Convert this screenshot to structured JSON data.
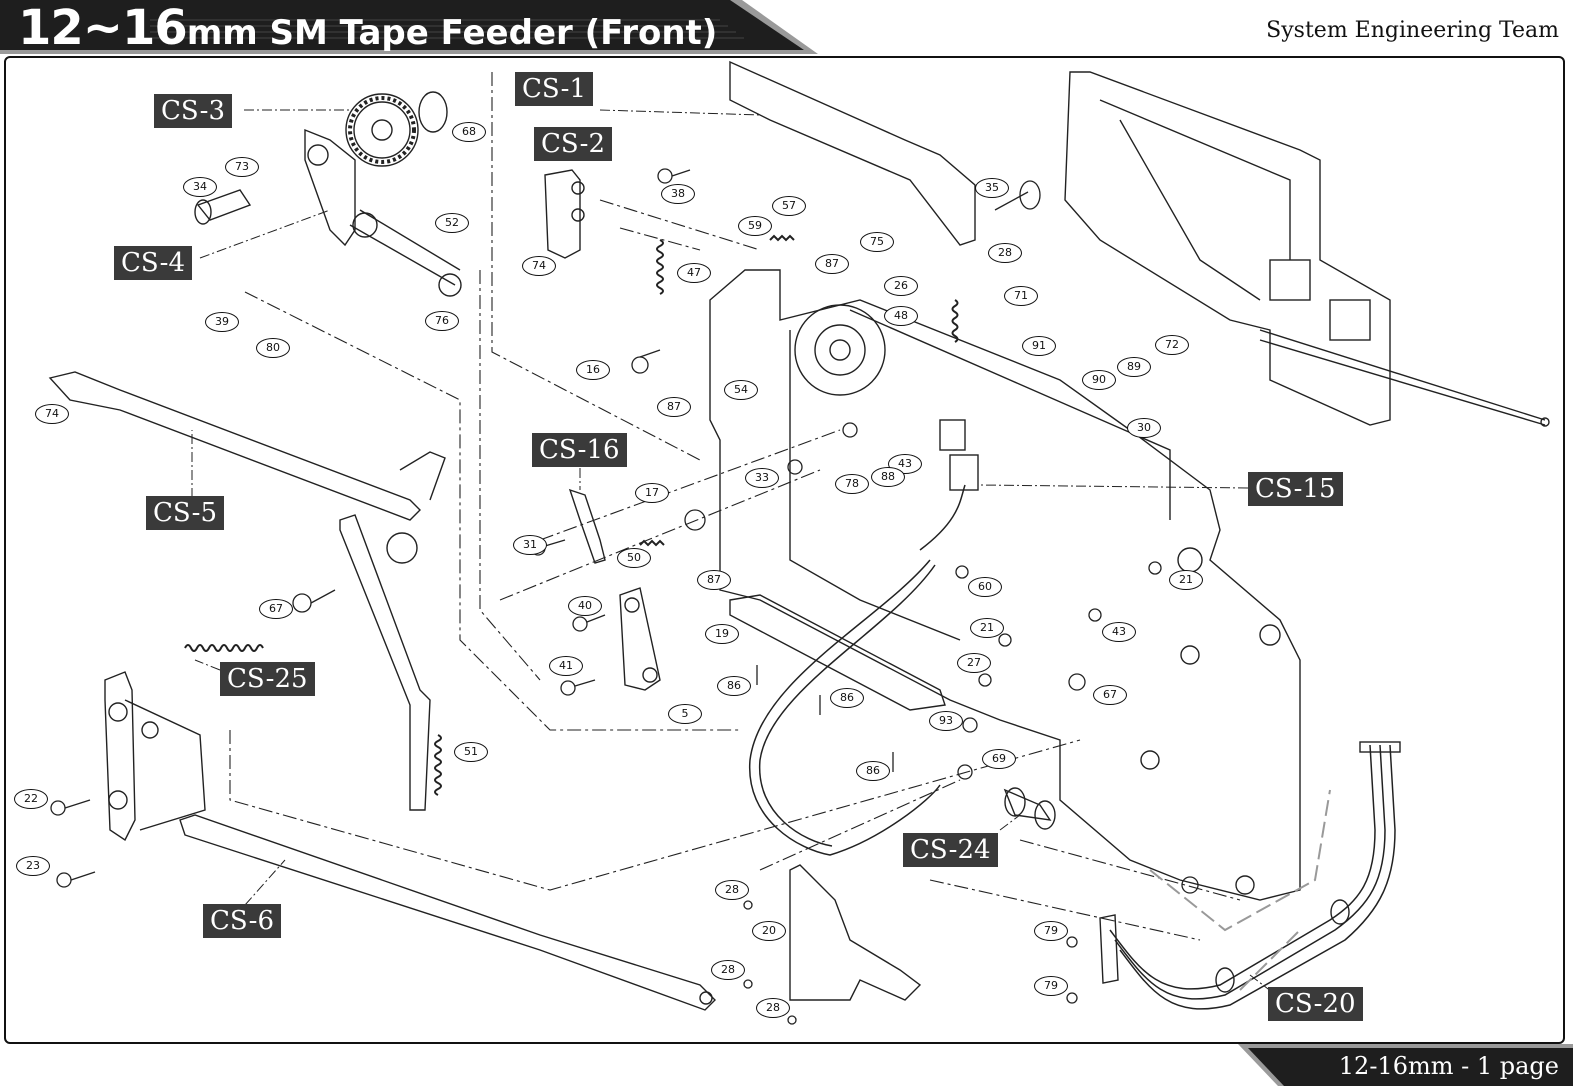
{
  "header": {
    "title_size": "12~16",
    "title_rest": "mm SM Tape Feeder (Front)",
    "team": "System Engineering Team"
  },
  "footer": {
    "page": "12-16mm - 1 page"
  },
  "colors": {
    "banner": "#222222",
    "banner_edge": "#9a9a9a",
    "callout_bg": "#3a3a3a",
    "callout_text": "#ffffff"
  },
  "assemblies": [
    "CS-1",
    "CS-2",
    "CS-3",
    "CS-4",
    "CS-5",
    "CS-6",
    "CS-15",
    "CS-16",
    "CS-20",
    "CS-24",
    "CS-25"
  ],
  "parts": [
    "68",
    "73",
    "34",
    "52",
    "76",
    "38",
    "74",
    "47",
    "59",
    "57",
    "35",
    "75",
    "87",
    "28",
    "26",
    "48",
    "71",
    "91",
    "72",
    "89",
    "90",
    "39",
    "80",
    "74",
    "16",
    "54",
    "87",
    "30",
    "33",
    "43",
    "88",
    "78",
    "17",
    "31",
    "50",
    "87",
    "21",
    "60",
    "40",
    "19",
    "43",
    "41",
    "21",
    "67",
    "86",
    "27",
    "67",
    "5",
    "86",
    "93",
    "51",
    "22",
    "86",
    "69",
    "23",
    "28",
    "20",
    "28",
    "79",
    "79",
    "28"
  ]
}
